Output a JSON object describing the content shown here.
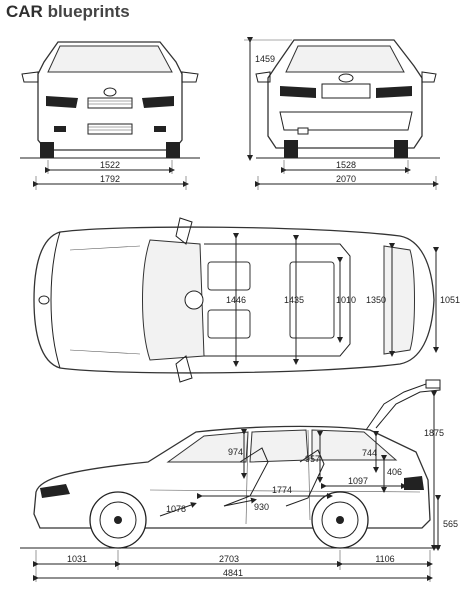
{
  "brand": {
    "part1": "CAR",
    "part2": "blueprints"
  },
  "front_view": {
    "track": "1522",
    "width": "1792"
  },
  "rear_view": {
    "track": "1528",
    "width": "2070",
    "height": "1459"
  },
  "top_view": {
    "d1": "1446",
    "d2": "1435",
    "d3": "1010",
    "d4": "1350",
    "d5": "1051"
  },
  "side_view": {
    "d974": "974",
    "d957": "957",
    "d744": "744",
    "d406": "406",
    "d1097": "1097",
    "d1774": "1774",
    "d930": "930",
    "d1078": "1078",
    "height": "1875",
    "overhang_rear_h": "565",
    "front_overhang": "1031",
    "wheelbase": "2703",
    "rear_overhang": "1106",
    "length": "4841"
  }
}
